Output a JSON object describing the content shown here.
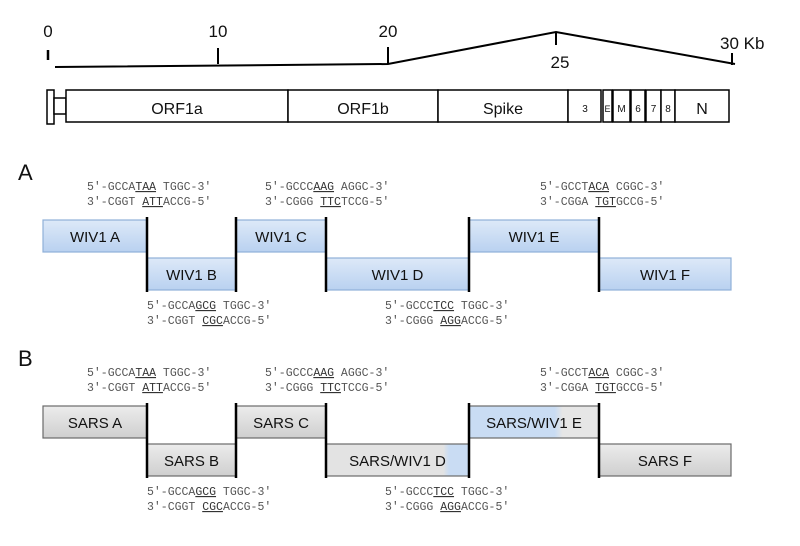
{
  "genome_map": {
    "scale": {
      "ticks": [
        {
          "label": "0",
          "kb": 0
        },
        {
          "label": "10",
          "kb": 10
        },
        {
          "label": "20",
          "kb": 20
        },
        {
          "label": "25",
          "kb": 25
        },
        {
          "label": "30 Kb",
          "kb": 30
        }
      ]
    },
    "genes": [
      {
        "label": "ORF1a"
      },
      {
        "label": "ORF1b"
      },
      {
        "label": "Spike"
      },
      {
        "label": "3"
      },
      {
        "label": "E"
      },
      {
        "label": "M"
      },
      {
        "label": "6"
      },
      {
        "label": "7"
      },
      {
        "label": "8"
      },
      {
        "label": "N"
      }
    ]
  },
  "colors": {
    "wiv1_fill": "#c9dcf3",
    "sars_fill": "#d9d9d9",
    "outline": "#000000",
    "sequence_text": "#555555"
  },
  "panels": [
    {
      "label": "A",
      "fragments": [
        {
          "label": "WIV1  A",
          "type": "wiv1"
        },
        {
          "label": "WIV1 B",
          "type": "wiv1"
        },
        {
          "label": "WIV1 C",
          "type": "wiv1"
        },
        {
          "label": "WIV1 D",
          "type": "wiv1"
        },
        {
          "label": "WIV1 E",
          "type": "wiv1"
        },
        {
          "label": "WIV1 F",
          "type": "wiv1"
        }
      ],
      "junctions": [
        {
          "top": [
            "5′-GCCA",
            "TAA",
            " TGGC-3′"
          ],
          "bottom": [
            "3′-CGGT ",
            "ATT",
            "ACCG-5′"
          ]
        },
        {
          "top": [
            "5′-GCCA",
            "GCG",
            " TGGC-3′"
          ],
          "bottom": [
            "3′-CGGT ",
            "CGC",
            "ACCG-5′"
          ]
        },
        {
          "top": [
            "5′-GCCC",
            "AAG",
            " AGGC-3′"
          ],
          "bottom": [
            "3′-CGGG ",
            "TTC",
            "TCCG-5′"
          ]
        },
        {
          "top": [
            "5′-GCCC",
            "TCC",
            " TGGC-3′"
          ],
          "bottom": [
            "3′-CGGG ",
            "AGG",
            "ACCG-5′"
          ]
        },
        {
          "top": [
            "5′-GCCT",
            "ACA",
            " CGGC-3′"
          ],
          "bottom": [
            "3′-CGGA ",
            "TGT",
            "GCCG-5′"
          ]
        }
      ]
    },
    {
      "label": "B",
      "fragments": [
        {
          "label": "SARS A",
          "type": "sars"
        },
        {
          "label": "SARS B",
          "type": "sars"
        },
        {
          "label": "SARS C",
          "type": "sars"
        },
        {
          "label": "SARS/WIV1 D",
          "type": "sars-wiv1-d"
        },
        {
          "label": "SARS/WIV1 E",
          "type": "sars-wiv1-e"
        },
        {
          "label": "SARS F",
          "type": "sars"
        }
      ],
      "junctions": [
        {
          "top": [
            "5′-GCCA",
            "TAA",
            " TGGC-3′"
          ],
          "bottom": [
            "3′-CGGT ",
            "ATT",
            "ACCG-5′"
          ]
        },
        {
          "top": [
            "5′-GCCA",
            "GCG",
            " TGGC-3′"
          ],
          "bottom": [
            "3′-CGGT ",
            "CGC",
            "ACCG-5′"
          ]
        },
        {
          "top": [
            "5′-GCCC",
            "AAG",
            " AGGC-3′"
          ],
          "bottom": [
            "3′-CGGG ",
            "TTC",
            "TCCG-5′"
          ]
        },
        {
          "top": [
            "5′-GCCC",
            "TCC",
            " TGGC-3′"
          ],
          "bottom": [
            "3′-CGGG ",
            "AGG",
            "ACCG-5′"
          ]
        },
        {
          "top": [
            "5′-GCCT",
            "ACA",
            " CGGC-3′"
          ],
          "bottom": [
            "3′-CGGA ",
            "TGT",
            "GCCG-5′"
          ]
        }
      ]
    }
  ]
}
